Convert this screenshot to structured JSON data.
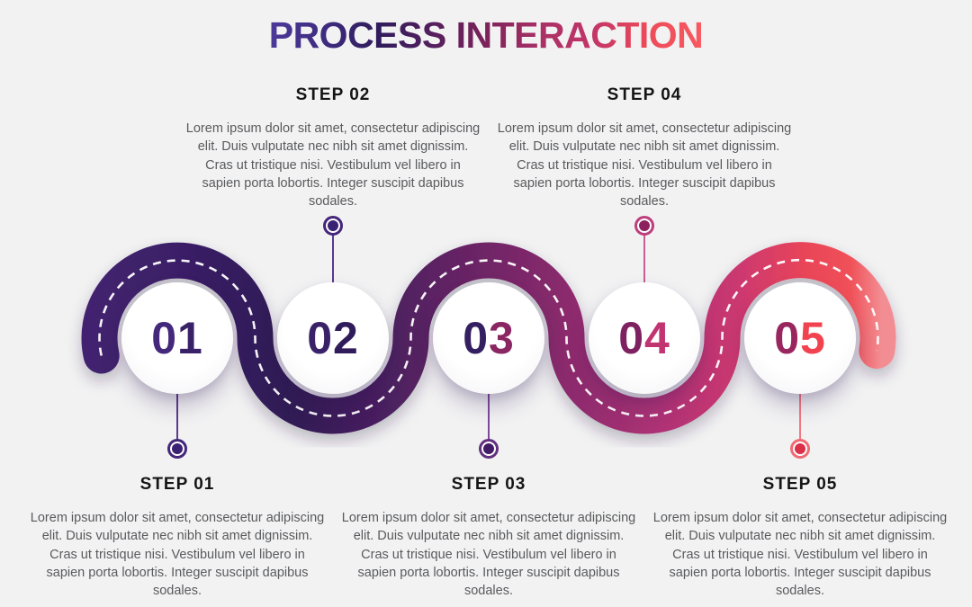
{
  "title": {
    "text": "PROCESS INTERACTION",
    "gradient": [
      "#4C3999",
      "#3F2C80",
      "#2F1C5C",
      "#541F5E",
      "#7C2359",
      "#A93066",
      "#C43567",
      "#EE4B59",
      "#F75A60"
    ]
  },
  "background_color": "#F2F2F3",
  "ribbon": {
    "stops": [
      "#42226F",
      "#3A1F66",
      "#2F1A55",
      "#4C2060",
      "#6F2566",
      "#902C6E",
      "#AE3275",
      "#CC3870",
      "#E84459",
      "#F05159",
      "#F28E93"
    ],
    "dash_color": "#FFFFFF"
  },
  "steps": [
    {
      "number": "01",
      "digits": [
        "0",
        "1"
      ],
      "label": "STEP 01",
      "body": "Lorem ipsum dolor sit amet, consectetur adipiscing elit. Duis vulputate nec nibh sit amet dignissim. Cras ut tristique nisi. Vestibulum vel libero in sapien porta lobortis. Integer suscipit dapibus sodales.",
      "text_position": "below",
      "colors": {
        "digit1": "#44287C",
        "digit2": "#392167",
        "line": "#5B3A8E",
        "ring": "#44267B",
        "dot": "#3A2173"
      }
    },
    {
      "number": "02",
      "digits": [
        "0",
        "2"
      ],
      "label": "STEP 02",
      "body": "Lorem ipsum dolor sit amet, consectetur adipiscing elit. Duis vulputate nec nibh sit amet dignissim. Cras ut tristique nisi. Vestibulum vel libero in sapien porta lobortis. Integer suscipit dapibus sodales.",
      "text_position": "above",
      "colors": {
        "digit1": "#3A2268",
        "digit2": "#311C5B",
        "line": "#5B3A8E",
        "ring": "#44267B",
        "dot": "#3A2173"
      }
    },
    {
      "number": "03",
      "digits": [
        "0",
        "3"
      ],
      "label": "STEP 03",
      "body": "Lorem ipsum dolor sit amet, consectetur adipiscing elit. Duis vulputate nec nibh sit amet dignissim. Cras ut tristique nisi. Vestibulum vel libero in sapien porta lobortis. Integer suscipit dapibus sodales.",
      "text_position": "below",
      "colors": {
        "digit1": "#342061",
        "digit2": "#8A2763",
        "line": "#7C4B9B",
        "ring": "#63307F",
        "dot": "#421A66"
      }
    },
    {
      "number": "04",
      "digits": [
        "0",
        "4"
      ],
      "label": "STEP 04",
      "body": "Lorem ipsum dolor sit amet, consectetur adipiscing elit. Duis vulputate nec nibh sit amet dignissim. Cras ut tristique nisi. Vestibulum vel libero in sapien porta lobortis. Integer suscipit dapibus sodales.",
      "text_position": "above",
      "colors": {
        "digit1": "#7E2160",
        "digit2": "#C23372",
        "line": "#C75E95",
        "ring": "#BC3E7D",
        "dot": "#8D2160"
      }
    },
    {
      "number": "05",
      "digits": [
        "0",
        "5"
      ],
      "label": "STEP 05",
      "body": "Lorem ipsum dolor sit amet, consectetur adipiscing elit. Duis vulputate nec nibh sit amet dignissim. Cras ut tristique nisi. Vestibulum vel libero in sapien porta lobortis. Integer suscipit dapibus sodales.",
      "text_position": "below",
      "colors": {
        "digit1": "#9A2660",
        "digit2": "#F1434F",
        "line": "#F3787F",
        "ring": "#F06A73",
        "dot": "#DA3048"
      }
    }
  ]
}
